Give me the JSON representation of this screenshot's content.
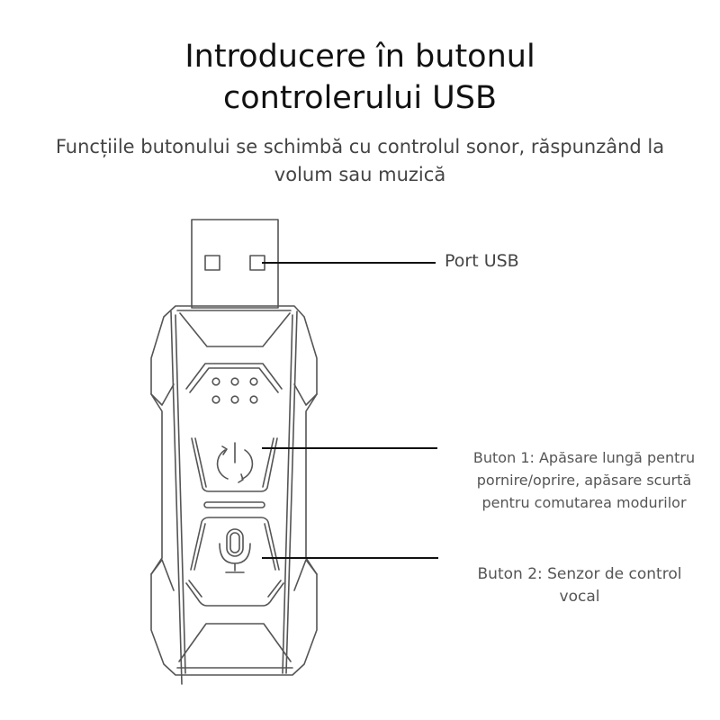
{
  "header": {
    "title_line1": "Introducere în butonul",
    "title_line2": "controlerului USB",
    "subtitle_line1": "Funcțiile butonului se schimbă cu controlul sonor, răspunzând la",
    "subtitle_line2": "volum sau muzică"
  },
  "callouts": {
    "usb_port": "Port USB",
    "button1_line1": "Buton 1: Apăsare lungă pentru",
    "button1_line2": "pornire/oprire, apăsare scurtă",
    "button1_line3": "pentru comutarea modurilor",
    "button2_line1": "Buton 2: Senzor de control",
    "button2_line2": "vocal"
  },
  "icons": {
    "button1": "power-cycle-icon",
    "button2": "microphone-icon"
  },
  "colors": {
    "line": "#111111",
    "outline": "#555555",
    "title": "#111111",
    "label": "#555555"
  }
}
